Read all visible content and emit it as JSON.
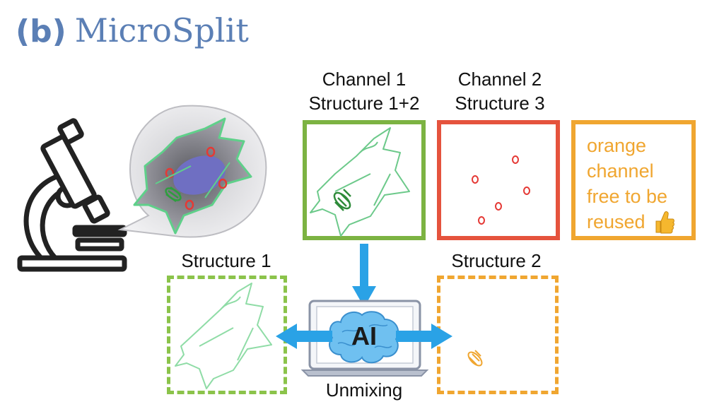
{
  "figure": {
    "panel_letter": "(b)",
    "title": "MicroSplit"
  },
  "channel1": {
    "line1": "Channel 1",
    "line2": "Structure 1+2",
    "color": "#7cb342"
  },
  "channel2": {
    "line1": "Channel 2",
    "line2": "Structure 3",
    "color": "#e5533d"
  },
  "orange_note": {
    "lines": [
      "orange",
      "channel",
      "free to be",
      "reused"
    ],
    "color": "#f0a630",
    "icon": "thumbs-up-icon"
  },
  "output1": {
    "label": "Structure 1",
    "color": "#8bc34a"
  },
  "output2": {
    "label": "Structure 2",
    "color": "#f0a630"
  },
  "ai": {
    "label": "AI",
    "caption": "Unmixing",
    "arrow_color": "#2aa2e6"
  },
  "icons": [
    "microscope-icon",
    "cell-icon",
    "brain-icon",
    "laptop-icon"
  ]
}
